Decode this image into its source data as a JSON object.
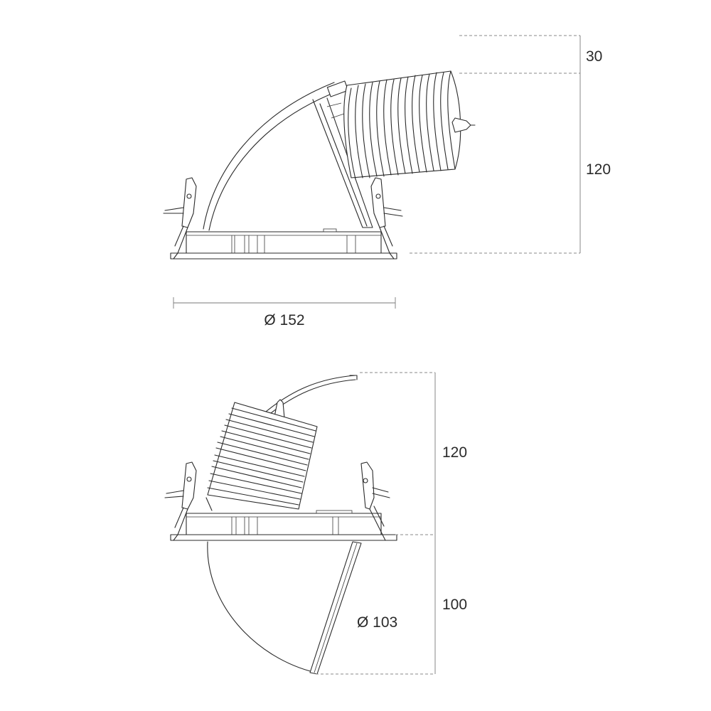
{
  "views": {
    "top": {
      "dimensions": {
        "height_upper": "30",
        "height_main": "120",
        "diameter": "Ø 152"
      }
    },
    "bottom": {
      "dimensions": {
        "height_upper": "120",
        "height_lower": "100",
        "diameter": "Ø 103"
      }
    }
  },
  "colors": {
    "line": "#2a2a2a",
    "dimension": "#7a7a7a",
    "background": "#ffffff"
  }
}
